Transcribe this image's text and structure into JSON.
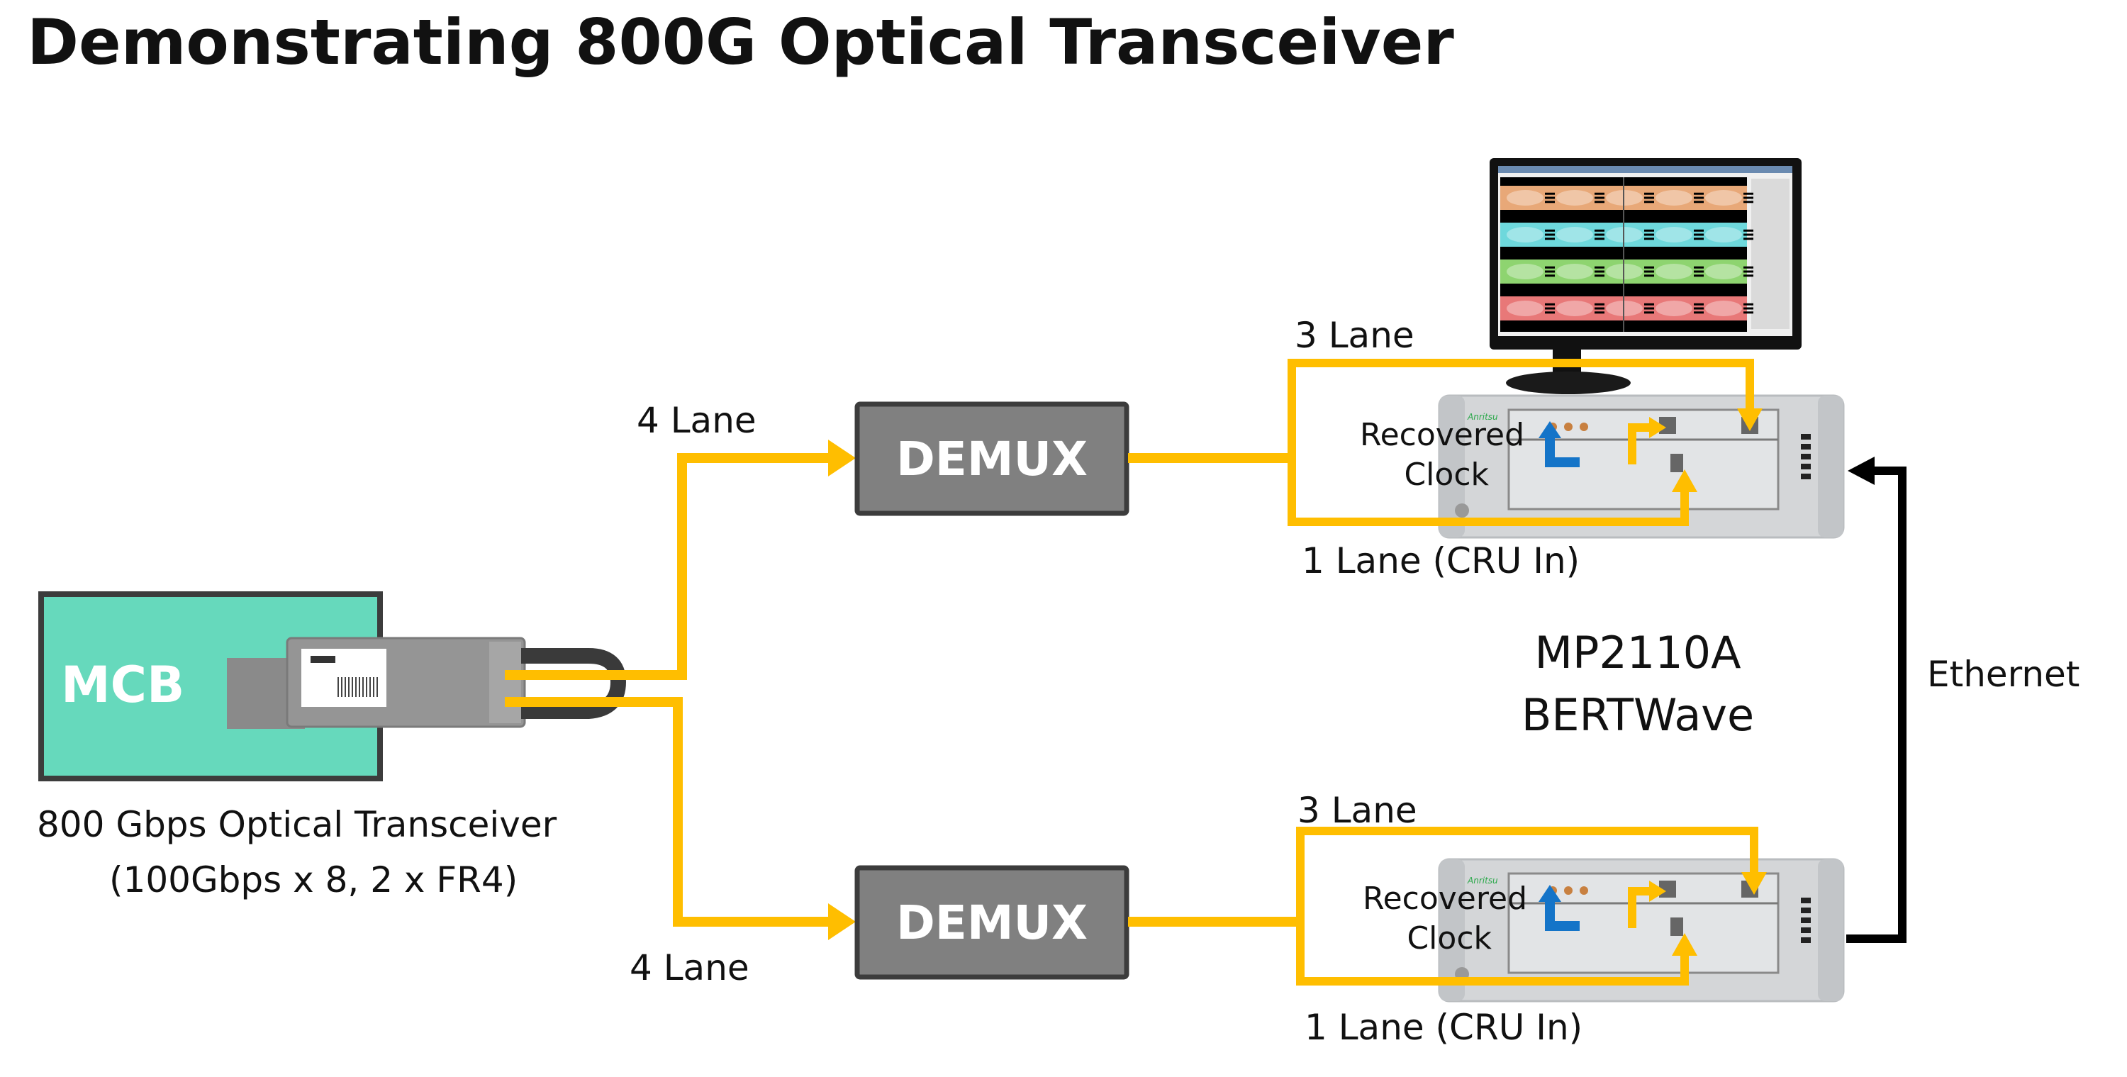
{
  "title": "Demonstrating 800G Optical Transceiver",
  "colors": {
    "fiber": "#FFBE00",
    "mcb_fill": "#66D9BC",
    "mcb_border": "#3C3C3C",
    "demux_fill": "#808080",
    "demux_border": "#3C3C3C",
    "clock_arrow": "#1474C8",
    "ethernet": "#000000",
    "instrument_body": "#D4D6D8"
  },
  "mcb": {
    "label": "MCB",
    "caption_line1": "800 Gbps  Optical Transceiver",
    "caption_line2": "(100Gbps  x 8, 2 x FR4)"
  },
  "demux_top": {
    "label": "DEMUX",
    "input_label": "4 Lane"
  },
  "demux_bottom": {
    "label": "DEMUX",
    "input_label": "4 Lane"
  },
  "instrument_top": {
    "lane3_label": "3 Lane",
    "lane1_label": "1 Lane (CRU In)",
    "clock_label_line1": "Recovered",
    "clock_label_line2": "Clock",
    "brand": "Anritsu"
  },
  "instrument_bottom": {
    "lane3_label": "3 Lane",
    "lane1_label": "1 Lane (CRU In)",
    "clock_label_line1": "Recovered",
    "clock_label_line2": "Clock",
    "brand": "Anritsu"
  },
  "product": {
    "line1": "MP2110A",
    "line2": "BERTWave"
  },
  "ethernet_label": "Ethernet",
  "monitor": {
    "eye_colors": [
      "#E8A878",
      "#6ED8DC",
      "#8ED470",
      "#E87878"
    ]
  }
}
